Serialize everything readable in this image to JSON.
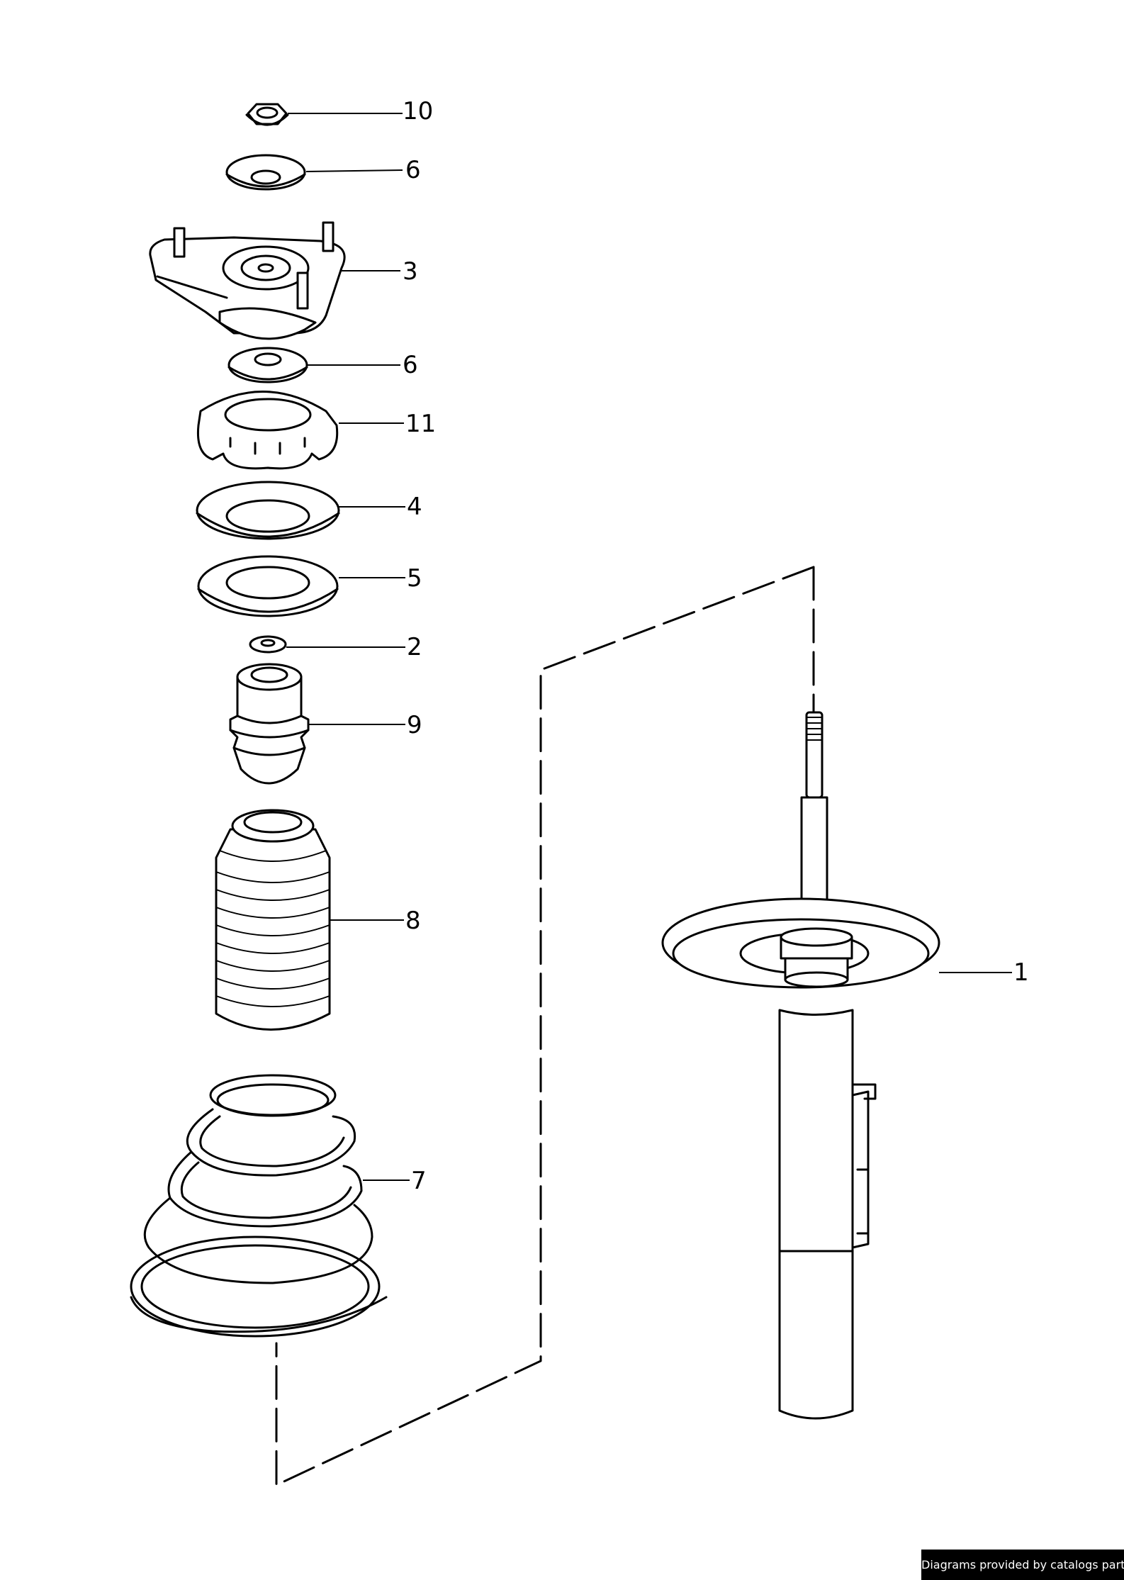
{
  "callouts": {
    "c10": "10",
    "c6a": "6",
    "c3": "3",
    "c6b": "6",
    "c11": "11",
    "c4": "4",
    "c5": "5",
    "c2": "2",
    "c9": "9",
    "c8": "8",
    "c7": "7",
    "c1": "1"
  },
  "credit": "Diagrams provided by catalogs parts"
}
